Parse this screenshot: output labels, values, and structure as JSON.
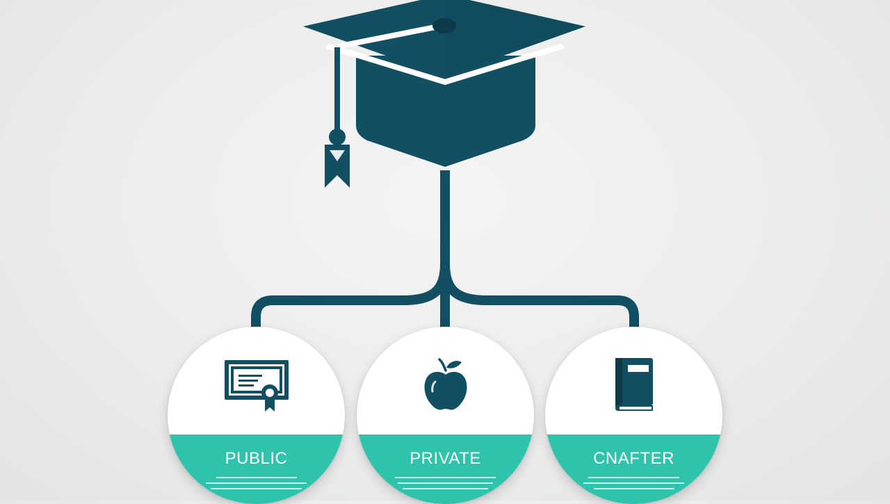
{
  "diagram": {
    "root": {
      "icon": "graduation-cap-icon"
    },
    "children": [
      {
        "id": "public",
        "label": "PUBLIC",
        "icon": "certificate-icon"
      },
      {
        "id": "private",
        "label": "PRIVATE",
        "icon": "apple-icon"
      },
      {
        "id": "charter",
        "label": "CNAFTER",
        "icon": "book-icon"
      }
    ]
  },
  "colors": {
    "primary": "#134f63",
    "accent": "#2fc3ac",
    "card": "#ffffff",
    "background": "#ececec"
  }
}
